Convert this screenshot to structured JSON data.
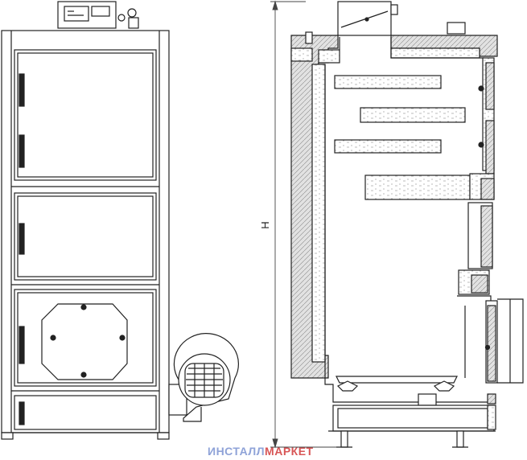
{
  "dimension": {
    "height_label": "H"
  },
  "watermark": {
    "left": "ИНСТАЛЛ",
    "right": "МАРКЕТ"
  },
  "colors": {
    "line": "#222222",
    "insulation": "#dddddd",
    "watermark_blue": "#8fa3d8",
    "watermark_red": "#d85656"
  }
}
